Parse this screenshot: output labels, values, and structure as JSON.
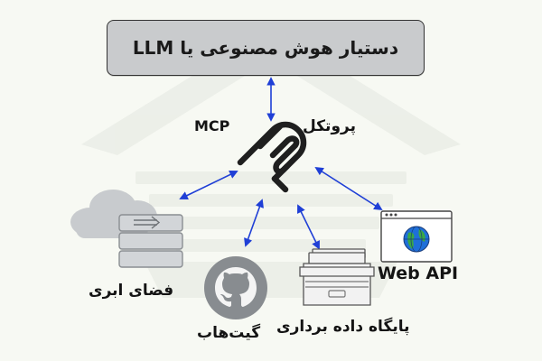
{
  "colors": {
    "background": "#f7f9f3",
    "llm_box_fill": "#c9cbcd",
    "arrow": "#1f3fd6",
    "icon_gray": "#888c90",
    "ink": "#141414",
    "globe_blue": "#1e6fd9",
    "globe_green": "#3aa845"
  },
  "diagram": {
    "llm_box_label": "دستیار هوش مصنوعی یا  LLM",
    "protocol_label_fa": "پروتکل",
    "protocol_label_en": "MCP",
    "nodes": {
      "cloud": {
        "label": "فضای ابری",
        "icon": "cloud-server-icon"
      },
      "github": {
        "label": "گیت‌هاب",
        "icon": "github-icon"
      },
      "database": {
        "label": "پایگاه داده برداری",
        "icon": "file-cabinet-icon"
      },
      "web_api": {
        "label": "Web API",
        "icon": "browser-globe-icon"
      }
    },
    "hub_icon": "mcp-logo-icon"
  }
}
